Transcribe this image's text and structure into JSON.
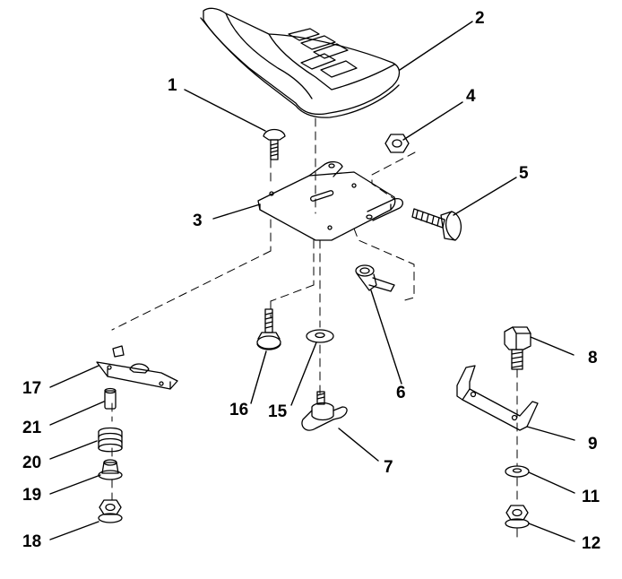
{
  "figure": {
    "callouts": [
      "1",
      "2",
      "3",
      "4",
      "5",
      "6",
      "7",
      "8",
      "9",
      "11",
      "12",
      "15",
      "16",
      "17",
      "18",
      "19",
      "20",
      "21"
    ]
  },
  "style": {
    "ink": "#000000",
    "paper": "#ffffff"
  }
}
